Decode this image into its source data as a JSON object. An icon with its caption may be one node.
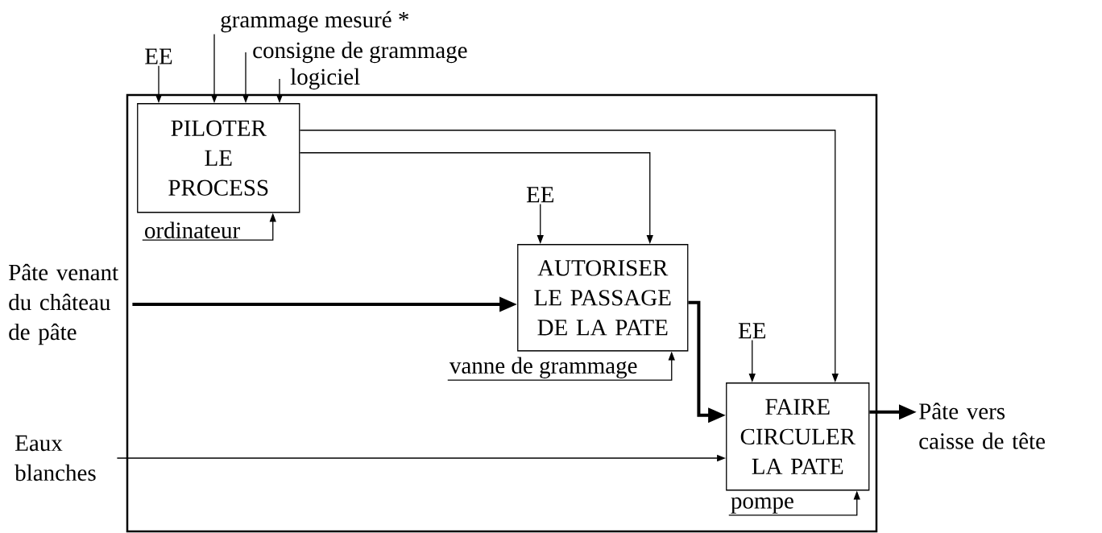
{
  "diagram": {
    "nodes": [
      {
        "text": [],
        "shape": "box"
      },
      {
        "text": [
          "PILOTER LE PROCESS"
        ],
        "in": 0
      },
      {
        "text": [
          "AUTORISER LE PASSAGE DE LA PATE"
        ],
        "in": 0
      },
      {
        "text": [
          "FAIRE CIRCULER LA PATE"
        ],
        "in": 0
      },
      {
        "text": [
          "EE"
        ]
      },
      {
        "text": [
          "grammage mesuré *"
        ]
      },
      {
        "text": [
          "consigne de grammage"
        ]
      },
      {
        "text": [
          "logiciel"
        ]
      },
      {
        "text": [
          "ordinateur"
        ],
        "in": 0
      },
      {
        "text": [
          "EE"
        ],
        "in": 0
      },
      {
        "text": [
          "vanne de grammage"
        ],
        "in": 0
      },
      {
        "text": [
          "EE"
        ],
        "in": 0
      },
      {
        "text": [
          "pompe"
        ],
        "in": 0
      },
      {
        "text": [
          "Pâte venant du château de pâte"
        ]
      },
      {
        "text": [
          "Eaux blanches"
        ]
      },
      {
        "text": [
          "Pâte vers caisse de tête"
        ]
      }
    ],
    "edges": [
      {
        "from": 4,
        "to": 1,
        "arrow": "to"
      },
      {
        "from": 5,
        "to": 1,
        "arrow": "to"
      },
      {
        "from": 6,
        "to": 1,
        "arrow": "to"
      },
      {
        "from": 7,
        "to": 1,
        "arrow": "to"
      },
      {
        "from": 8,
        "to": 1,
        "arrow": "to"
      },
      {
        "from": 1,
        "to": 2,
        "arrow": "to"
      },
      {
        "from": 1,
        "to": 3,
        "arrow": "to"
      },
      {
        "from": 9,
        "to": 2,
        "arrow": "to"
      },
      {
        "from": 10,
        "to": 2,
        "arrow": "to"
      },
      {
        "from": 11,
        "to": 3,
        "arrow": "to"
      },
      {
        "from": 12,
        "to": 3,
        "arrow": "to"
      },
      {
        "from": 13,
        "to": 2,
        "arrow": "to",
        "style": "thick"
      },
      {
        "from": 2,
        "to": 3,
        "arrow": "to",
        "style": "thick"
      },
      {
        "from": 14,
        "to": 3,
        "arrow": "to"
      },
      {
        "from": 3,
        "to": 15,
        "arrow": "to",
        "style": "thick"
      }
    ]
  }
}
